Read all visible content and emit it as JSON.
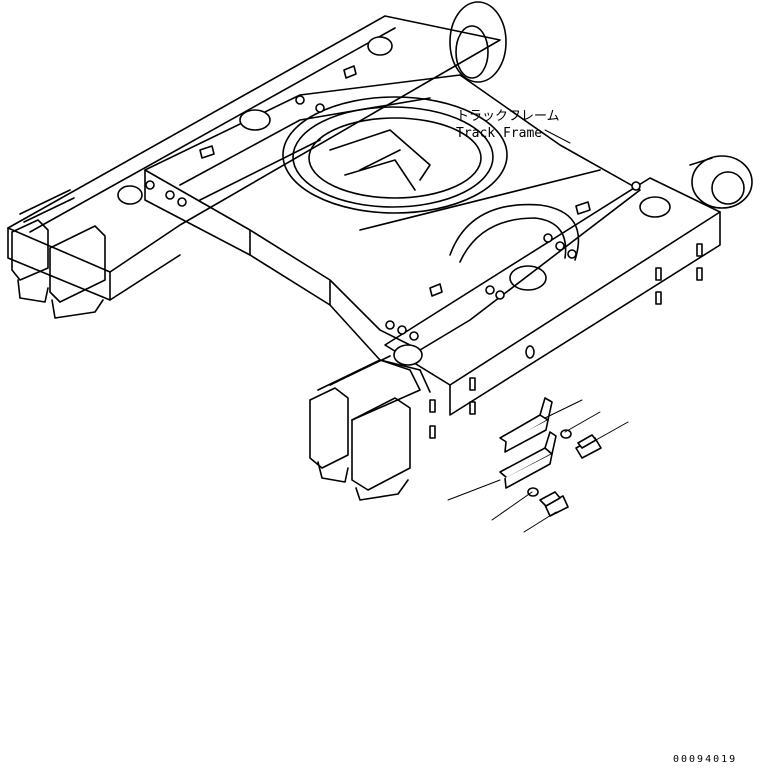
{
  "callout": {
    "label_jp": "トラックフレーム",
    "label_en": "Track Frame"
  },
  "drawing_number": "00094019"
}
